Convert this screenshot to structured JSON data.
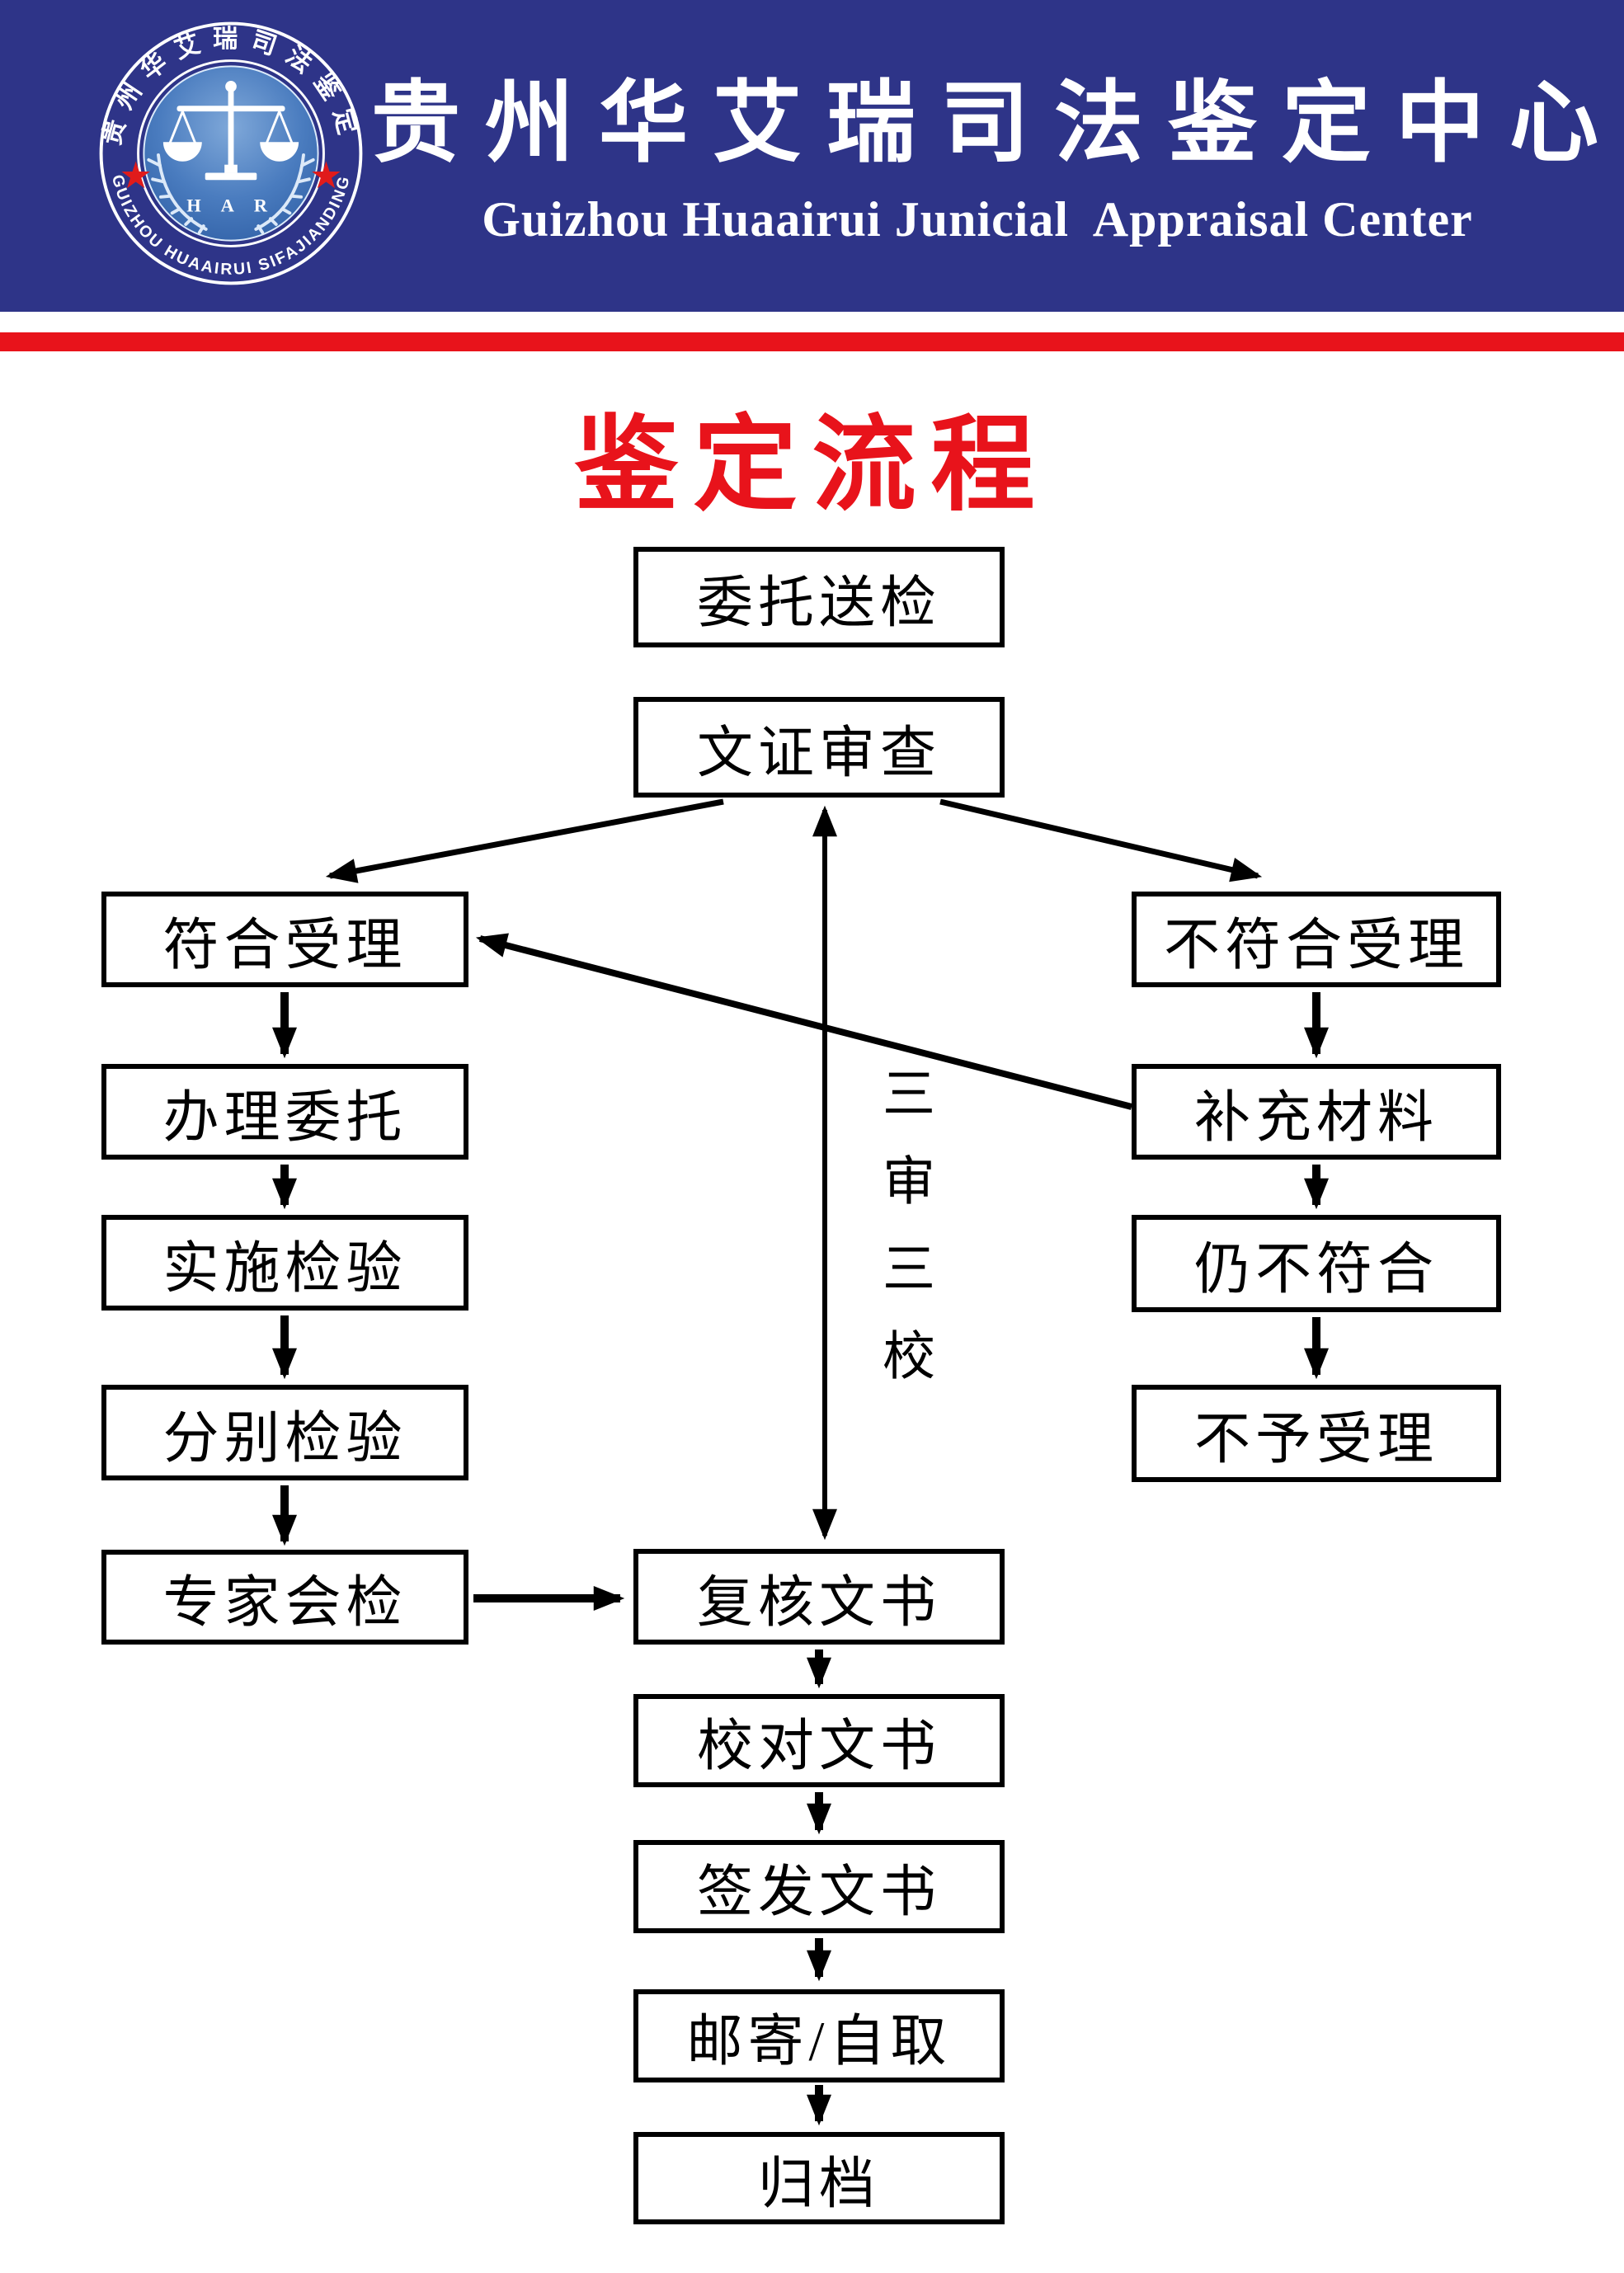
{
  "header": {
    "bg_color": "#2e3488",
    "org_name_zh": "贵州华艾瑞司法鉴定中心",
    "org_name_en": "Guizhou Huaairui Junicial  Appraisal Center",
    "divider_color": "#e8131b",
    "logo": {
      "arc_text_top": "贵州华艾瑞司法鉴定",
      "arc_text_bottom": "GUIZHOU HUAAIRUI SIFAJIANDING",
      "monogram": "H A R",
      "star_glyph": "★"
    }
  },
  "title": {
    "text": "鉴定流程",
    "color": "#e8131b"
  },
  "flowchart": {
    "review_label": "三审三校",
    "nodes": {
      "wtsj": {
        "label": "委托送检"
      },
      "wzsc": {
        "label": "文证审查"
      },
      "fhsl": {
        "label": "符合受理"
      },
      "blwt": {
        "label": "办理委托"
      },
      "ssjy": {
        "label": "实施检验"
      },
      "fbjy": {
        "label": "分别检验"
      },
      "zjhj": {
        "label": "专家会检"
      },
      "bfhsl": {
        "label": "不符合受理"
      },
      "bccl": {
        "label": "补充材料"
      },
      "rbfh": {
        "label": "仍不符合"
      },
      "bysl": {
        "label": "不予受理"
      },
      "fhws": {
        "label": "复核文书"
      },
      "jdws": {
        "label": "校对文书"
      },
      "qfws": {
        "label": "签发文书"
      },
      "yjzq": {
        "label": "邮寄/自取"
      },
      "gd": {
        "label": "归档"
      }
    }
  }
}
